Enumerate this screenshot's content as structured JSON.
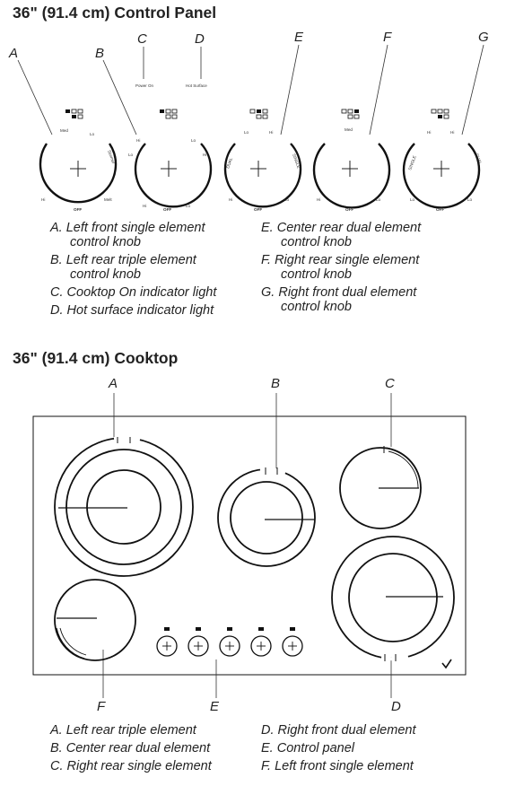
{
  "control_panel": {
    "title": "36\" (91.4 cm) Control Panel",
    "callouts": [
      "A",
      "B",
      "C",
      "D",
      "E",
      "F",
      "G"
    ],
    "indicator_labels": {
      "power_on": "Power On",
      "hot_surface": "Hot Surface"
    },
    "knobs": [
      {
        "label_top_left": "Med",
        "label_top_right": "Lo",
        "label_right": "Simmer",
        "label_bottom_left": "Hi",
        "label_bottom_right": "Melt",
        "label_off": "OFF"
      },
      {
        "label_top_left": "Hi",
        "label_top_right": "Lo",
        "label_left": "Lo",
        "label_right": "Hi",
        "label_bottom_left": "Hi",
        "label_bottom_right": "Lo",
        "label_off": "OFF"
      },
      {
        "label_top_left": "Lo",
        "label_top_right": "Hi",
        "label_left": "DUAL",
        "label_right": "SINGLE",
        "label_bottom_left": "Hi",
        "label_bottom_right": "Lo",
        "label_off": "OFF"
      },
      {
        "label_top": "Med",
        "label_bottom_left": "Hi",
        "label_bottom_right": "Lo",
        "label_off": "OFF"
      },
      {
        "label_top_left": "Hi",
        "label_top_right": "Hi",
        "label_left": "SINGLE",
        "label_right": "DUAL",
        "label_bottom_left": "Lo",
        "label_bottom_right": "Lo",
        "label_off": "OFF"
      }
    ],
    "legend_left": [
      {
        "letter": "A.",
        "lines": [
          "Left front single element",
          "control knob"
        ]
      },
      {
        "letter": "B.",
        "lines": [
          "Left rear triple element",
          "control knob"
        ]
      },
      {
        "letter": "C.",
        "lines": [
          "Cooktop On indicator light"
        ]
      },
      {
        "letter": "D.",
        "lines": [
          "Hot surface indicator light"
        ]
      }
    ],
    "legend_right": [
      {
        "letter": "E.",
        "lines": [
          "Center rear dual element",
          "control knob"
        ]
      },
      {
        "letter": "F.",
        "lines": [
          "Right rear single element",
          "control knob"
        ]
      },
      {
        "letter": "G.",
        "lines": [
          "Right front dual element",
          "control knob"
        ]
      }
    ]
  },
  "cooktop": {
    "title": "36\" (91.4 cm) Cooktop",
    "callouts_top": [
      "A",
      "B",
      "C"
    ],
    "callouts_bottom": [
      "F",
      "E",
      "D"
    ],
    "legend_left": [
      {
        "letter": "A.",
        "text": "Left rear triple element"
      },
      {
        "letter": "B.",
        "text": "Center rear dual element"
      },
      {
        "letter": "C.",
        "text": "Right rear single element"
      }
    ],
    "legend_right": [
      {
        "letter": "D.",
        "text": "Right front dual element"
      },
      {
        "letter": "E.",
        "text": "Control panel"
      },
      {
        "letter": "F.",
        "text": "Left front single element"
      }
    ]
  }
}
